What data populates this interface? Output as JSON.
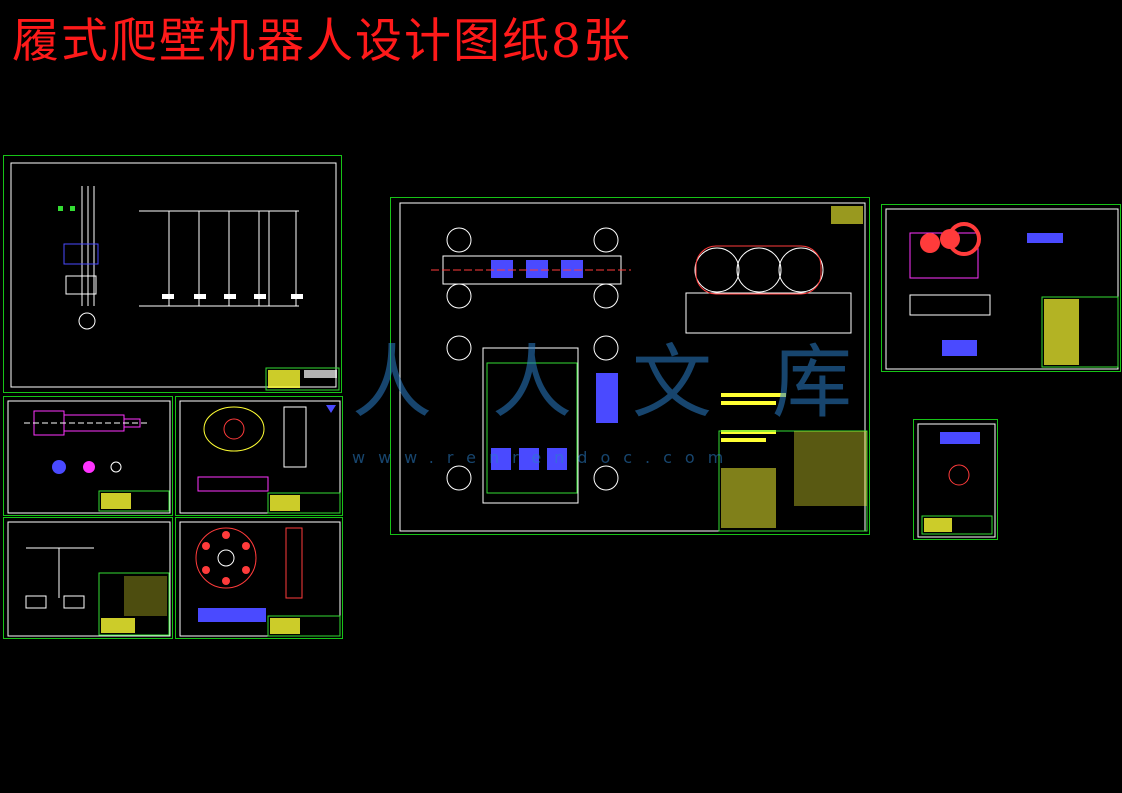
{
  "title": "履式爬壁机器人设计图纸8张",
  "watermark": {
    "logo_text": "人人文库",
    "url_text": "www.renrendoc.com"
  },
  "colors": {
    "title": "#ff1a1a",
    "border": "#17c317",
    "line": "#ffffff",
    "accent": "#ff3b3b",
    "blue": "#4a4aff",
    "magenta": "#ff33ff",
    "yellow": "#ffff33",
    "green": "#33dd33"
  },
  "sheets": [
    {
      "id": "electrical-schematic"
    },
    {
      "id": "shaft-part-drawing"
    },
    {
      "id": "flange-part-drawing"
    },
    {
      "id": "assembly-drawing"
    },
    {
      "id": "gear-assembly-drawing"
    },
    {
      "id": "pneumatic-schematic"
    },
    {
      "id": "gear-plate-drawing"
    },
    {
      "id": "small-part-drawing"
    }
  ]
}
